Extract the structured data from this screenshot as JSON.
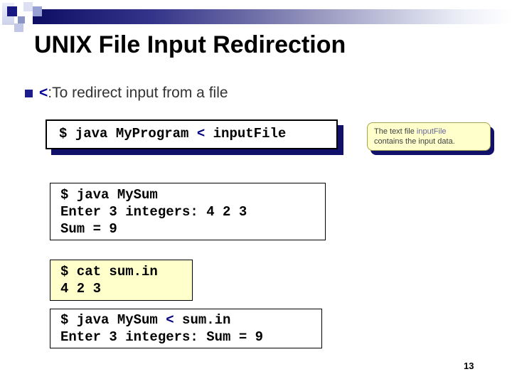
{
  "slide": {
    "title": "UNIX File Input Redirection",
    "page_number": "13"
  },
  "bullet": {
    "operator": "<",
    "text": ":To redirect input from a file"
  },
  "terminal_boxes": {
    "command_with_redirect": {
      "pre": "$ java MyProgram ",
      "operator": "<",
      "arg": " inputFile"
    },
    "interactive_run": {
      "line1": "$ java MySum",
      "line2": "Enter 3 integers: 4 2 3",
      "line3": "Sum = 9"
    },
    "cat_file": {
      "line1": "$ cat sum.in",
      "line2": "4 2 3"
    },
    "redirected_run": {
      "pre": "$ java MySum ",
      "operator": "<",
      "arg": " sum.in",
      "line2": "Enter 3 integers: Sum = 9"
    }
  },
  "callout": {
    "line1_pre": "The text file ",
    "line1_file": "inputFile",
    "line2": "contains the input data."
  },
  "colors": {
    "accent_navy": "#000080",
    "shadow_navy": "#11116B",
    "note_yellow_bg": "#FFFFCC",
    "header_bar_navy": "#0D0D63",
    "bullet_navy": "#1C1C8E"
  }
}
